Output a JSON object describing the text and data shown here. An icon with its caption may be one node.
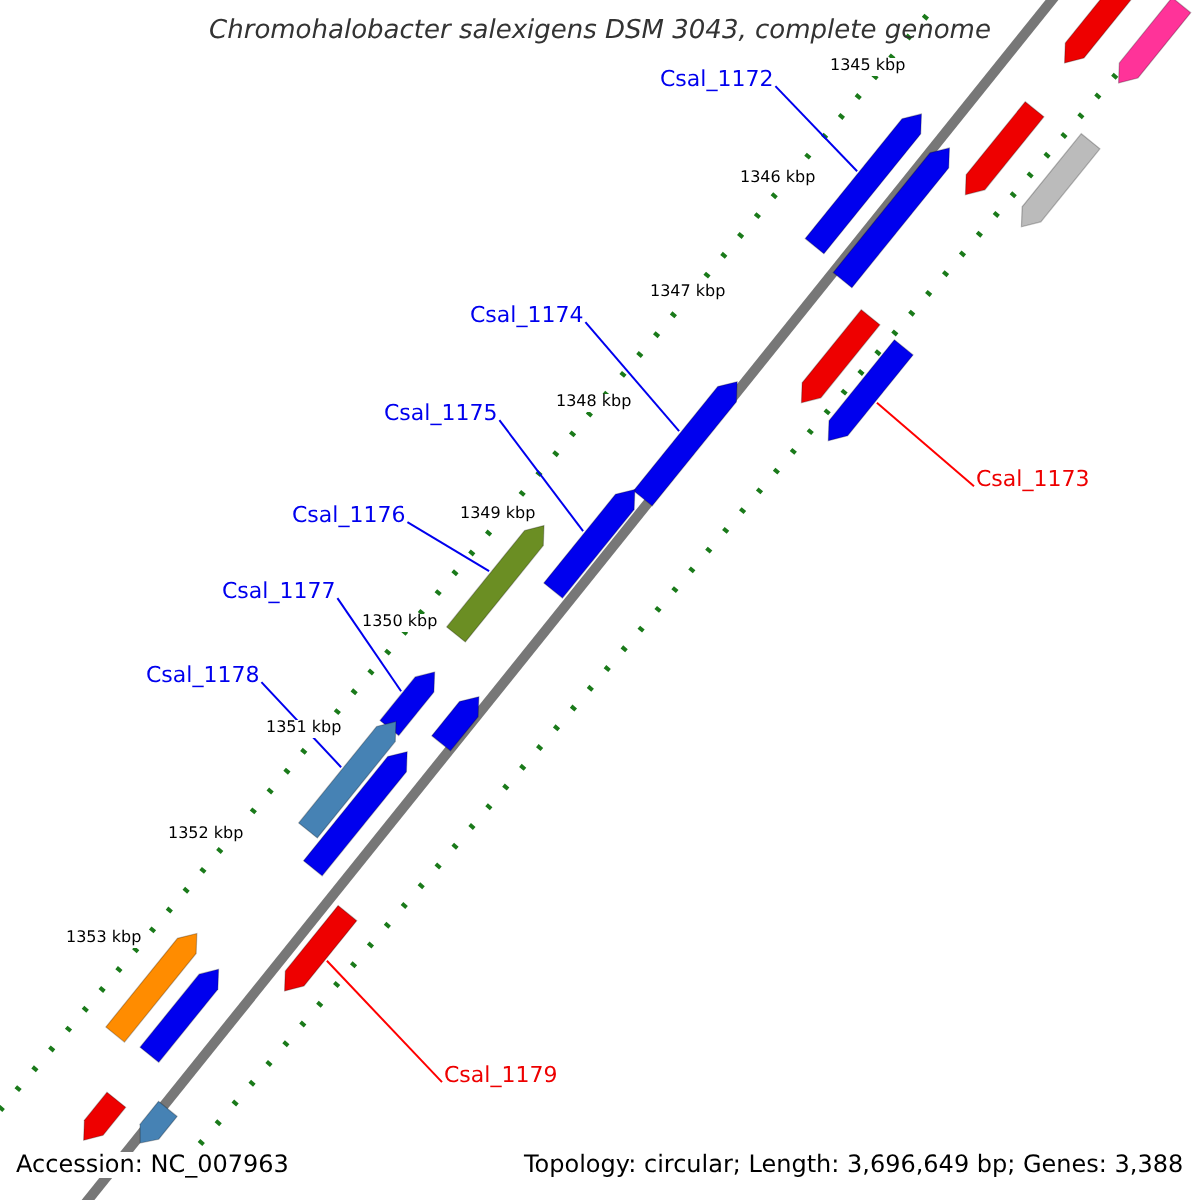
{
  "diagram": {
    "title": "Chromohalobacter salexigens DSM 3043, complete genome",
    "nodes": [
      {
        "text": [
          "Csal_1172"
        ]
      },
      {
        "text": [],
        "shape": "bar"
      },
      {
        "text": [
          "Csal_1173"
        ]
      },
      {
        "text": [],
        "shape": "bar"
      },
      {
        "text": [
          "Csal_1174"
        ]
      },
      {
        "text": [],
        "shape": "bar"
      },
      {
        "text": [
          "Csal_1175"
        ]
      },
      {
        "text": [],
        "shape": "bar"
      },
      {
        "text": [
          "Csal_1176"
        ]
      },
      {
        "text": [],
        "shape": "bar"
      },
      {
        "text": [
          "Csal_1177"
        ]
      },
      {
        "text": [],
        "shape": "bar"
      },
      {
        "text": [
          "Csal_1178"
        ]
      },
      {
        "text": [],
        "shape": "bar"
      },
      {
        "text": [
          "Csal_1179"
        ]
      },
      {
        "text": [],
        "shape": "bar"
      },
      {
        "text": [],
        "shape": "bar"
      },
      {
        "text": [],
        "shape": "bar"
      },
      {
        "text": [],
        "shape": "bar"
      },
      {
        "text": [],
        "shape": "bar"
      },
      {
        "text": [],
        "shape": "bar"
      },
      {
        "text": [],
        "shape": "bar"
      },
      {
        "text": [],
        "shape": "bar"
      },
      {
        "text": [],
        "shape": "bar"
      },
      {
        "text": [],
        "shape": "bar"
      },
      {
        "text": [],
        "shape": "bar"
      },
      {
        "text": [],
        "shape": "bar"
      },
      {
        "text": [],
        "shape": "bar"
      }
    ],
    "edges": [
      {
        "from": 0,
        "to": 1,
        "arrow": "none"
      },
      {
        "from": 2,
        "to": 3,
        "arrow": "none",
        "color": "#ff0000"
      },
      {
        "from": 4,
        "to": 5,
        "arrow": "none"
      },
      {
        "from": 6,
        "to": 7,
        "arrow": "none"
      },
      {
        "from": 8,
        "to": 9,
        "arrow": "none"
      },
      {
        "from": 10,
        "to": 11,
        "arrow": "none"
      },
      {
        "from": 12,
        "to": 13,
        "arrow": "none"
      },
      {
        "from": 14,
        "to": 15,
        "arrow": "none",
        "color": "#ff0000"
      }
    ],
    "labels": [
      "1345 kbp",
      "1346 kbp",
      "1347 kbp",
      "1348 kbp",
      "1349 kbp",
      "1350 kbp",
      "1351 kbp",
      "1352 kbp",
      "1353 kbp",
      "Accession: NC_007963",
      "Topology: circular; Length: 3,696,649 bp; Genes: 3,388"
    ]
  }
}
